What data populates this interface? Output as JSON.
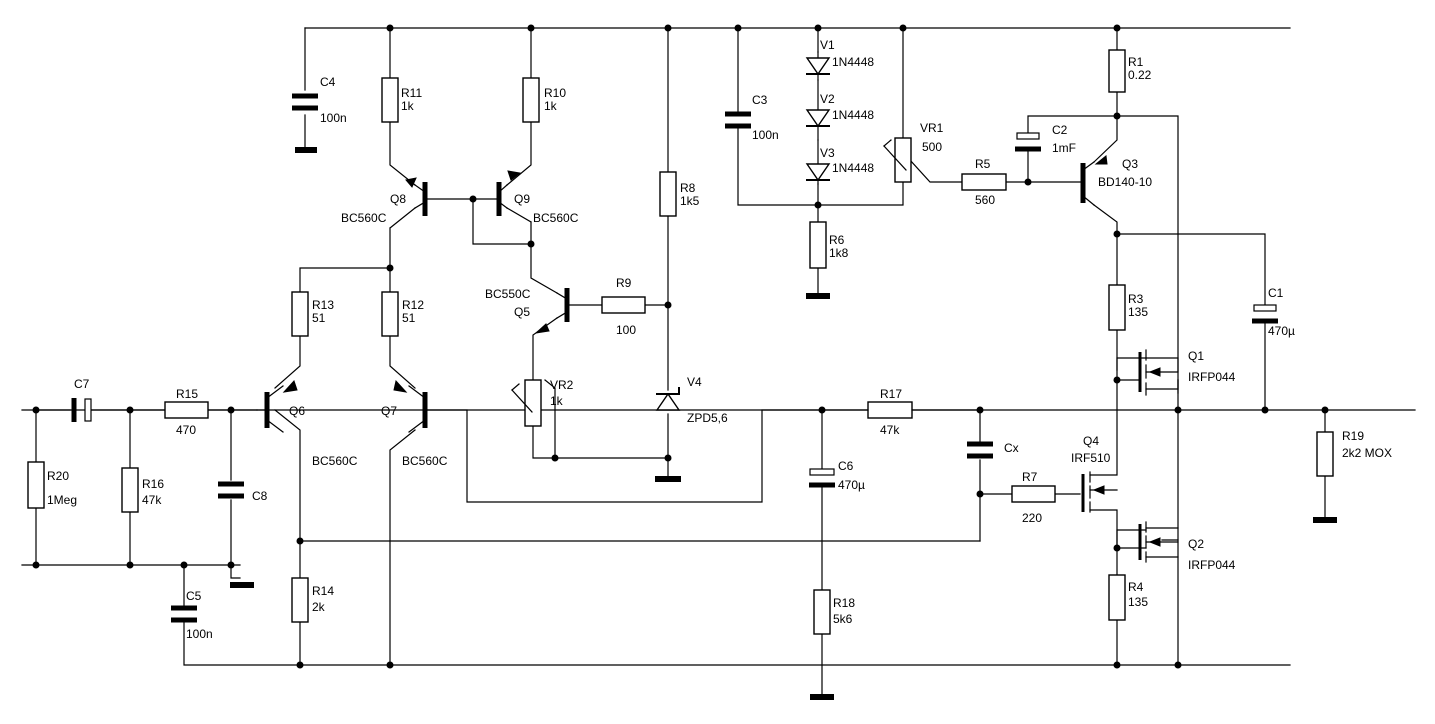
{
  "components": {
    "R1": {
      "ref": "R1",
      "value": "0.22"
    },
    "R3": {
      "ref": "R3",
      "value": "135"
    },
    "R4": {
      "ref": "R4",
      "value": "135"
    },
    "R5": {
      "ref": "R5",
      "value": "560"
    },
    "R6": {
      "ref": "R6",
      "value": "1k8"
    },
    "R7": {
      "ref": "R7",
      "value": "220"
    },
    "R8": {
      "ref": "R8",
      "value": "1k5"
    },
    "R9": {
      "ref": "R9",
      "value": "100"
    },
    "R10": {
      "ref": "R10",
      "value": "1k"
    },
    "R11": {
      "ref": "R11",
      "value": "1k"
    },
    "R12": {
      "ref": "R12",
      "value": "51"
    },
    "R13": {
      "ref": "R13",
      "value": "51"
    },
    "R14": {
      "ref": "R14",
      "value": "2k"
    },
    "R15": {
      "ref": "R15",
      "value": "470"
    },
    "R16": {
      "ref": "R16",
      "value": "47k"
    },
    "R17": {
      "ref": "R17",
      "value": "47k"
    },
    "R18": {
      "ref": "R18",
      "value": "5k6"
    },
    "R19": {
      "ref": "R19",
      "value": "2k2 MOX"
    },
    "R20": {
      "ref": "R20",
      "value": "1Meg"
    },
    "C1": {
      "ref": "C1",
      "value": "470µ"
    },
    "C2": {
      "ref": "C2",
      "value": "1mF"
    },
    "C3": {
      "ref": "C3",
      "value": "100n"
    },
    "C4": {
      "ref": "C4",
      "value": "100n"
    },
    "C5": {
      "ref": "C5",
      "value": "100n"
    },
    "C6": {
      "ref": "C6",
      "value": "470µ"
    },
    "C7": {
      "ref": "C7"
    },
    "C8": {
      "ref": "C8"
    },
    "Cx": {
      "ref": "Cx"
    },
    "VR1": {
      "ref": "VR1",
      "value": "500"
    },
    "VR2": {
      "ref": "VR2",
      "value": "1k"
    },
    "V1": {
      "ref": "V1",
      "value": "1N4448"
    },
    "V2": {
      "ref": "V2",
      "value": "1N4448"
    },
    "V3": {
      "ref": "V3",
      "value": "1N4448"
    },
    "V4": {
      "ref": "V4",
      "value": "ZPD5,6"
    },
    "Q1": {
      "ref": "Q1",
      "value": "IRFP044"
    },
    "Q2": {
      "ref": "Q2",
      "value": "IRFP044"
    },
    "Q3": {
      "ref": "Q3",
      "value": "BD140-10"
    },
    "Q4": {
      "ref": "Q4",
      "value": "IRF510"
    },
    "Q5": {
      "ref": "Q5",
      "value": "BC550C"
    },
    "Q6": {
      "ref": "Q6",
      "value": "BC560C"
    },
    "Q7": {
      "ref": "Q7",
      "value": "BC560C"
    },
    "Q8": {
      "ref": "Q8",
      "value": "BC560C"
    },
    "Q9": {
      "ref": "Q9",
      "value": "BC560C"
    }
  }
}
